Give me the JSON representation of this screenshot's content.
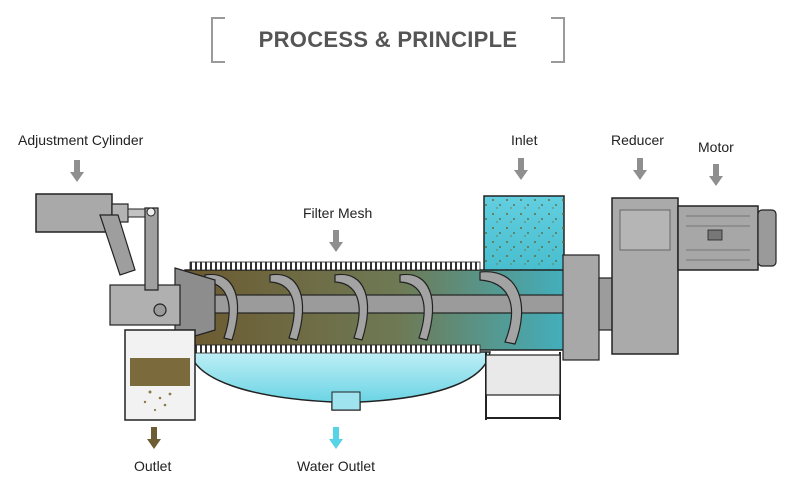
{
  "title": "PROCESS & PRINCIPLE",
  "labels": {
    "adjustment_cylinder": "Adjustment Cylinder",
    "filter_mesh": "Filter Mesh",
    "inlet": "Inlet",
    "reducer": "Reducer",
    "motor": "Motor",
    "outlet": "Outlet",
    "water_outlet": "Water Outlet"
  },
  "colors": {
    "arrow_gray": "#8f8f8f",
    "sludge_brown": "#7a6a3c",
    "water_cyan": "#5ed0e2",
    "machine_gray": "#a9a9a9",
    "outline": "#222222"
  }
}
